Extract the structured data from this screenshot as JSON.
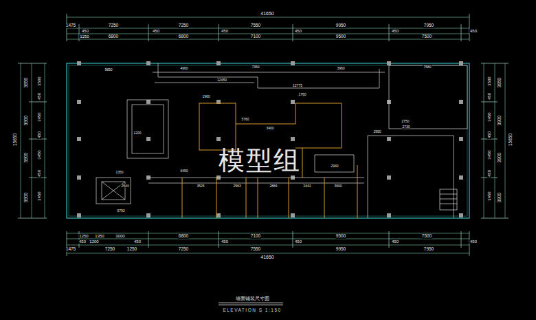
{
  "diagram": {
    "title": "墙面铺装尺寸图",
    "caption": "ELEVATION S 1:150",
    "labels": [
      "41650",
      "1475",
      "7250",
      "7250",
      "7550",
      "9950",
      "7950",
      "450",
      "450",
      "450",
      "450",
      "450",
      "450",
      "1250",
      "6800",
      "6800",
      "7100",
      "9500",
      "7500",
      "1250",
      "1350",
      "3000",
      "6800",
      "7100",
      "9500",
      "7500",
      "450",
      "1200",
      "450",
      "450",
      "450",
      "450",
      "450",
      "1475",
      "7250",
      "1250",
      "7250",
      "7550",
      "9950",
      "7950",
      "41650",
      "15650",
      "3950",
      "3900",
      "3900",
      "3900",
      "3500",
      "450",
      "3450",
      "450",
      "3450",
      "450",
      "3450",
      "3500",
      "450",
      "3450",
      "450",
      "3450",
      "450",
      "3450",
      "3950",
      "3900",
      "3900",
      "3900",
      "15650",
      "9850",
      "4960",
      "7350",
      "3960",
      "7580",
      "12450",
      "1960",
      "2750",
      "2730",
      "5760",
      "3400",
      "1200",
      "6450",
      "2544",
      "3525",
      "2563",
      "2884",
      "2441",
      "3900",
      "1350",
      "5793",
      "2940",
      "2950",
      "1760",
      "12775",
      "模型组"
    ]
  }
}
